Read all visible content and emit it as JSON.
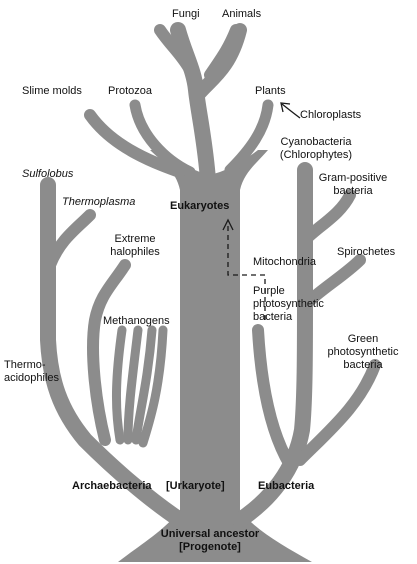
{
  "labels": {
    "fungi": "Fungi",
    "animals": "Animals",
    "slime_molds": "Slime molds",
    "protozoa": "Protozoa",
    "plants": "Plants",
    "chloroplasts": "Chloroplasts",
    "cyanobacteria_1": "Cyanobacteria",
    "cyanobacteria_2": "(Chlorophytes)",
    "sulfolobus": "Sulfolobus",
    "thermoplasma": "Thermoplasma",
    "eukaryotes": "Eukaryotes",
    "gram_positive_1": "Gram-positive",
    "gram_positive_2": "bacteria",
    "extreme_halophiles_1": "Extreme",
    "extreme_halophiles_2": "halophiles",
    "spirochetes": "Spirochetes",
    "mitochondria": "Mitochondria",
    "purple_1": "Purple",
    "purple_2": "photosynthetic",
    "purple_3": "bacteria",
    "methanogens": "Methanogens",
    "green_1": "Green",
    "green_2": "photosynthetic",
    "green_3": "bacteria",
    "thermoacidophiles_1": "Thermo-",
    "thermoacidophiles_2": "acidophiles",
    "archaebacteria": "Archaebacteria",
    "urkaryote": "[Urkaryote]",
    "eubacteria": "Eubacteria",
    "universal_ancestor_1": "Universal ancestor",
    "universal_ancestor_2": "[Progenote]"
  },
  "colors": {
    "branch": "#8c8c8c",
    "text": "#111111"
  }
}
